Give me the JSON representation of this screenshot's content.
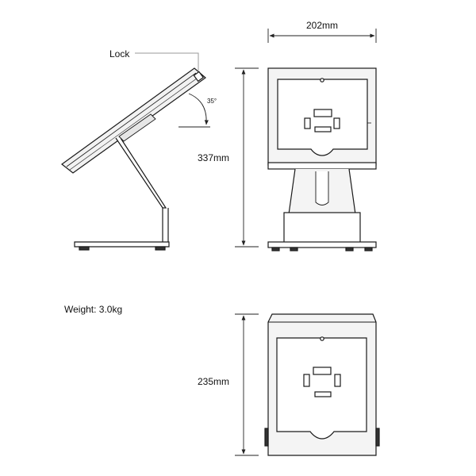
{
  "labels": {
    "lock": "Lock",
    "angle": "35°",
    "width": "202mm",
    "height": "337mm",
    "depth": "235mm",
    "weight": "Weight: 3.0kg"
  },
  "colors": {
    "line": "#1a1a1a",
    "dim": "#222222",
    "leader": "#999999",
    "panel": "#f4f4f4",
    "dark": "#333333"
  }
}
